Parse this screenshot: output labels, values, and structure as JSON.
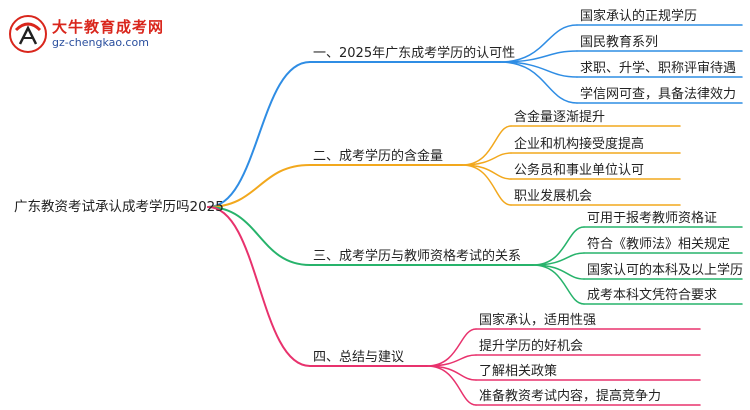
{
  "logo": {
    "title": "大牛教育成考网",
    "url": "gz-chengkao.com"
  },
  "mindmap": {
    "root": "广东教资考试承认成考学历吗2025",
    "branches": [
      {
        "label": "一、2025年广东成考学历的认可性",
        "color": "#2f8de4",
        "children": [
          "国家承认的正规学历",
          "国民教育系列",
          "求职、升学、职称评审待遇",
          "学信网可查，具备法律效力"
        ]
      },
      {
        "label": "二、成考学历的含金量",
        "color": "#f2a81d",
        "children": [
          "含金量逐渐提升",
          "企业和机构接受度提高",
          "公务员和事业单位认可",
          "职业发展机会"
        ]
      },
      {
        "label": "三、成考学历与教师资格考试的关系",
        "color": "#27b36b",
        "children": [
          "可用于报考教师资格证",
          "符合《教师法》相关规定",
          "国家认可的本科及以上学历",
          "成考本科文凭符合要求"
        ]
      },
      {
        "label": "四、总结与建议",
        "color": "#e8326d",
        "children": [
          "国家承认，适用性强",
          "提升学历的好机会",
          "了解相关政策",
          "准备教资考试内容，提高竞争力"
        ]
      }
    ]
  }
}
